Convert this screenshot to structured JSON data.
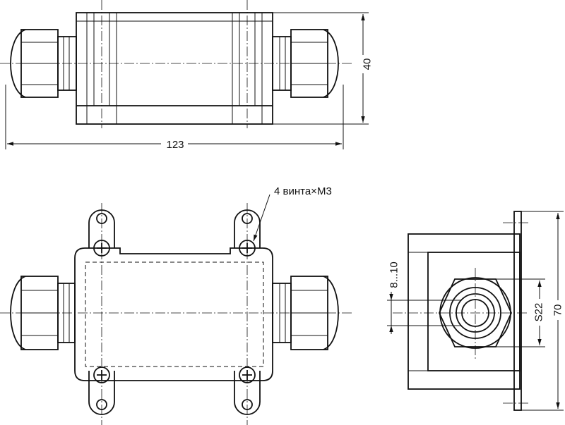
{
  "dimensions": {
    "length": "123",
    "height": "40",
    "width": "70",
    "nut_size": "S22",
    "cable_range": "8...10"
  },
  "annotations": {
    "screws": "4 винта×M3"
  }
}
